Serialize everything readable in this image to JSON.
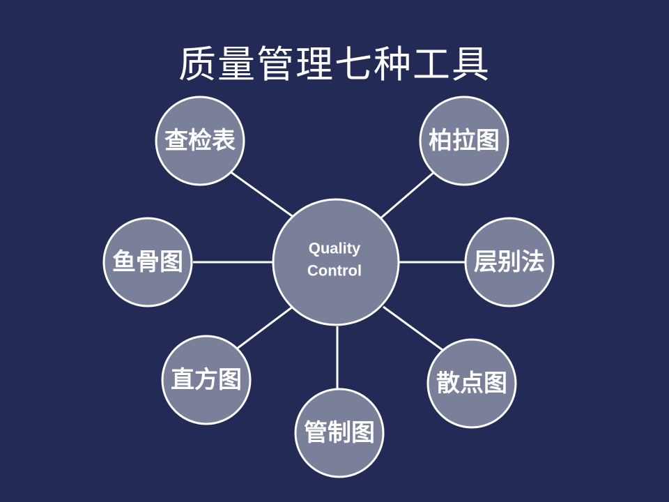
{
  "title": "质量管理七种工具",
  "center": {
    "line1": "Quality",
    "line2": "Control"
  },
  "tools": [
    {
      "id": "check-sheet",
      "label": "查检表"
    },
    {
      "id": "pareto-chart",
      "label": "柏拉图"
    },
    {
      "id": "fishbone-diagram",
      "label": "鱼骨图"
    },
    {
      "id": "stratification",
      "label": "层别法"
    },
    {
      "id": "histogram",
      "label": "直方图"
    },
    {
      "id": "scatter-diagram",
      "label": "散点图"
    },
    {
      "id": "control-chart",
      "label": "管制图"
    }
  ],
  "colors": {
    "background": "#222a55",
    "node_fill": "#7a7f9a",
    "stroke": "#ffffff",
    "text": "#ffffff"
  }
}
